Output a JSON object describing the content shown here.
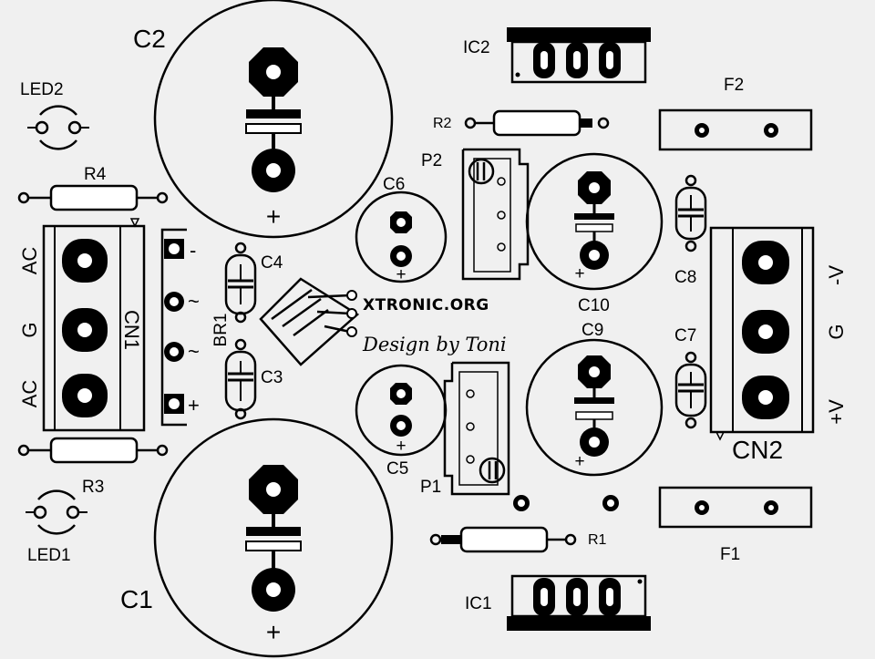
{
  "board": {
    "background": "#f0f0f0",
    "ink": "#000000",
    "branding": {
      "logo_text": "XTRONIC.ORG",
      "author": "Design by Toni"
    },
    "components": {
      "c1": "C1",
      "c2": "C2",
      "c3": "C3",
      "c4": "C4",
      "c5": "C5",
      "c6": "C6",
      "c7": "C7",
      "c8": "C8",
      "c9": "C9",
      "c10": "C10",
      "r1": "R1",
      "r2": "R2",
      "r3": "R3",
      "r4": "R4",
      "led1": "LED1",
      "led2": "LED2",
      "ic1": "IC1",
      "ic2": "IC2",
      "p1": "P1",
      "p2": "P2",
      "f1": "F1",
      "f2": "F2",
      "br1": "BR1",
      "cn1": "CN1",
      "cn2": "CN2"
    },
    "cn1_pins": [
      "AC",
      "G",
      "AC"
    ],
    "cn2_pins": [
      "-V",
      "G",
      "+V"
    ],
    "polarity": {
      "plus": "+",
      "minus": "-",
      "tilde": "~"
    }
  }
}
